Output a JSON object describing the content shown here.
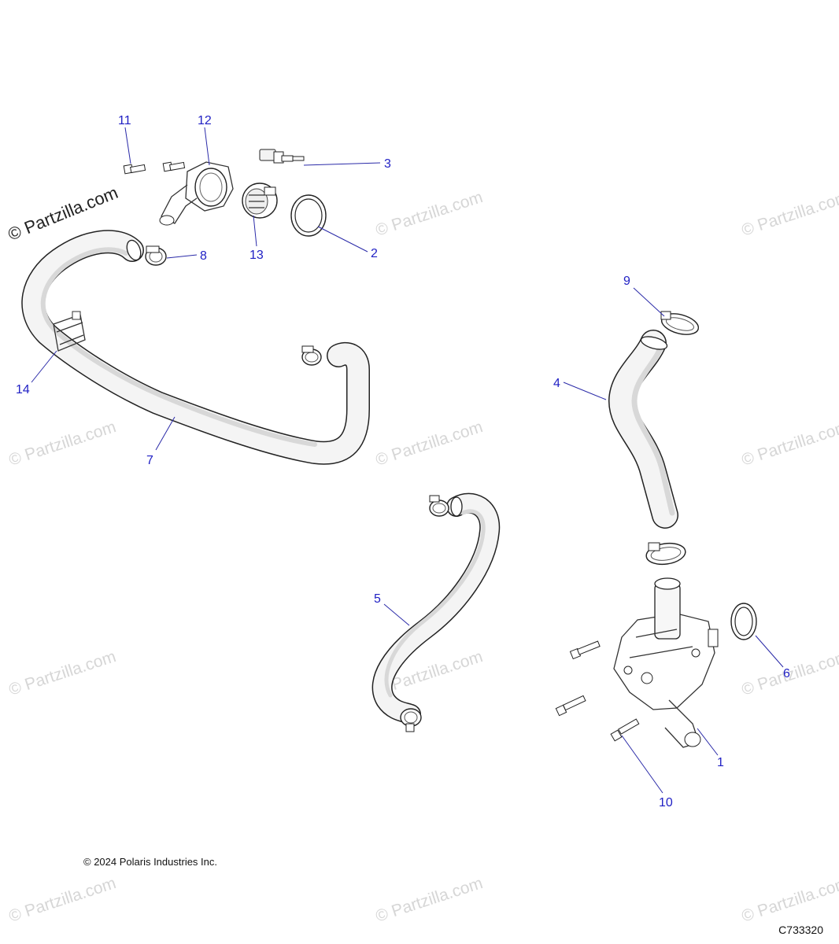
{
  "watermark": {
    "main": "© Partzilla.com",
    "faded": "© Partzilla.com"
  },
  "callouts": {
    "c1": "1",
    "c2": "2",
    "c3": "3",
    "c4": "4",
    "c5": "5",
    "c6": "6",
    "c7": "7",
    "c8": "8",
    "c9": "9",
    "c10": "10",
    "c11": "11",
    "c12": "12",
    "c13": "13",
    "c14": "14"
  },
  "footer": {
    "copyright": "© 2024 Polaris Industries Inc.",
    "figure_code": "C733320"
  }
}
